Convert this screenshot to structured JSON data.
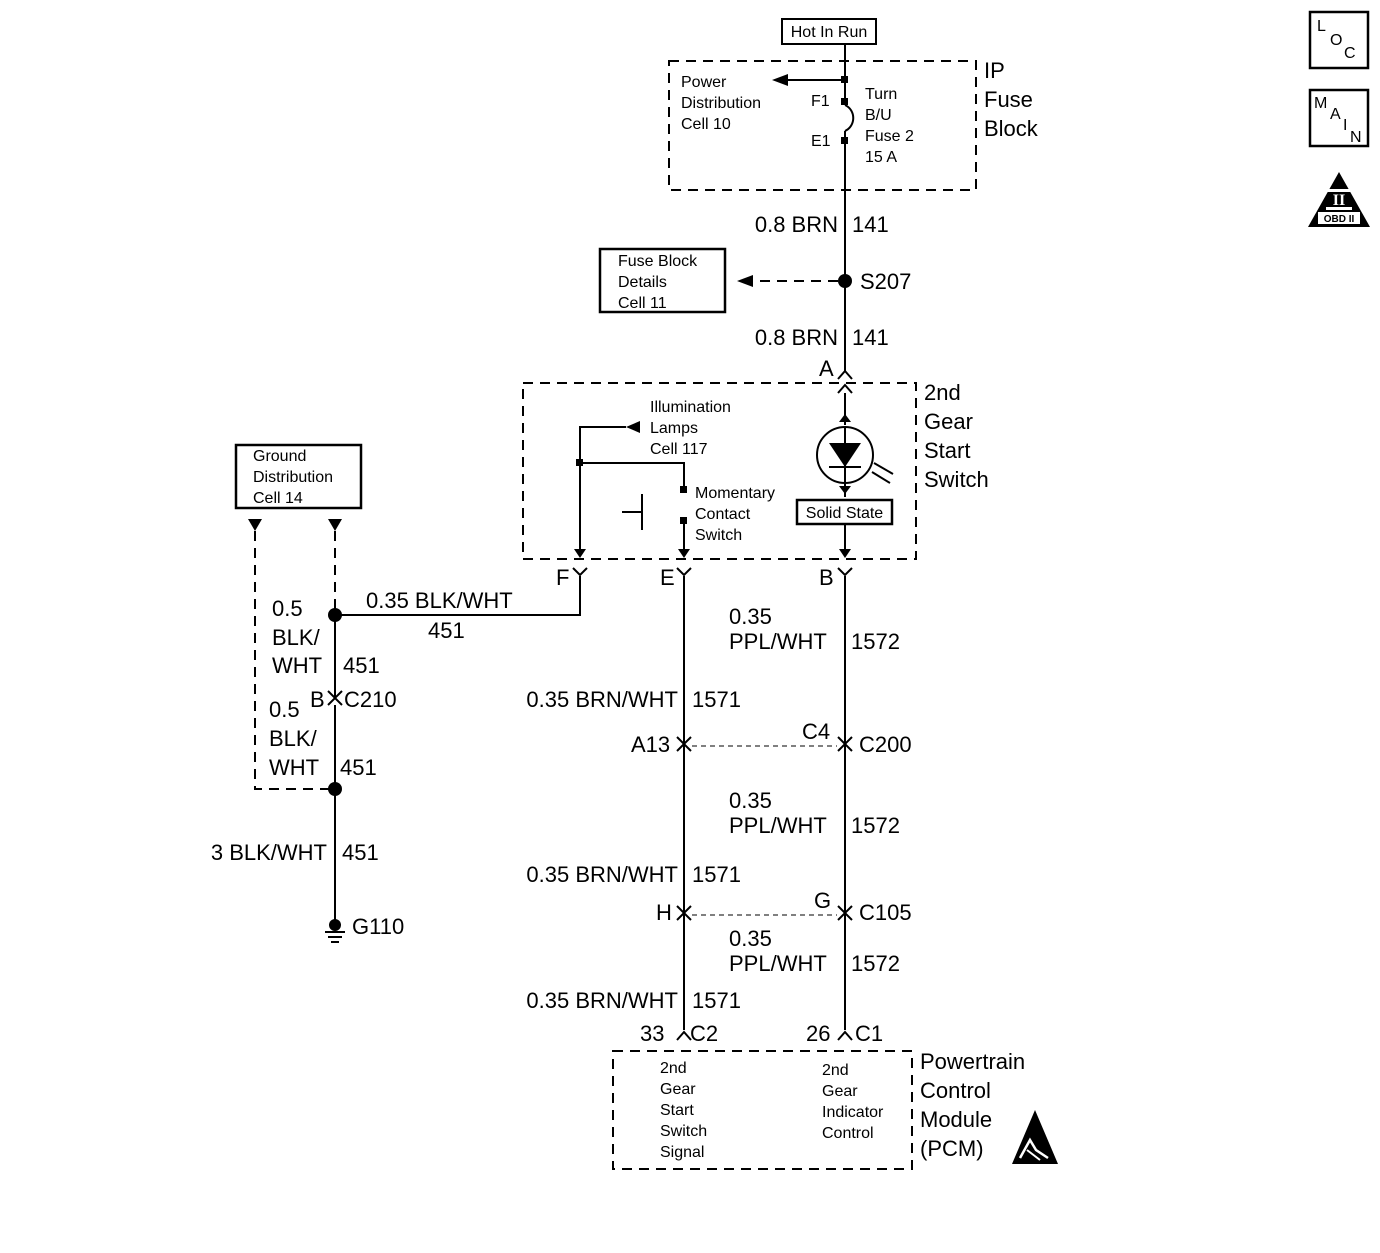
{
  "hot_in_run": "Hot In Run",
  "ip_fuse_block": {
    "line1": "IP",
    "line2": "Fuse",
    "line3": "Block"
  },
  "power_dist": {
    "line1": "Power",
    "line2": "Distribution",
    "line3": "Cell 10"
  },
  "fuse": {
    "terminal_top": "F1",
    "terminal_bottom": "E1",
    "line1": "Turn",
    "line2": "B/U",
    "line3": "Fuse 2",
    "line4": "15 A"
  },
  "wire_141_top": {
    "gauge": "0.8 BRN",
    "circuit": "141"
  },
  "splice_s207": "S207",
  "fuse_block_details": {
    "line1": "Fuse Block",
    "line2": "Details",
    "line3": "Cell 11"
  },
  "wire_141_bottom": {
    "gauge": "0.8 BRN",
    "circuit": "141"
  },
  "pin_a": "A",
  "switch": {
    "line1": "2nd",
    "line2": "Gear",
    "line3": "Start",
    "line4": "Switch"
  },
  "illum": {
    "line1": "Illumination",
    "line2": "Lamps",
    "line3": "Cell 117"
  },
  "momentary": {
    "line1": "Momentary",
    "line2": "Contact",
    "line3": "Switch"
  },
  "solid_state": "Solid State",
  "pins": {
    "f": "F",
    "e": "E",
    "b": "B"
  },
  "ground_dist": {
    "line1": "Ground",
    "line2": "Distribution",
    "line3": "Cell 14"
  },
  "wire_451_horizontal": {
    "gauge": "0.35 BLK/WHT",
    "circuit": "451"
  },
  "wire_451_a": {
    "l1": "0.5",
    "l2": "BLK/",
    "l3": "WHT",
    "circuit": "451"
  },
  "c210": {
    "pin": "B",
    "name": "C210"
  },
  "wire_451_b": {
    "l1": "0.5",
    "l2": "BLK/",
    "l3": "WHT",
    "circuit": "451"
  },
  "wire_451_c": {
    "gauge": "3 BLK/WHT",
    "circuit": "451"
  },
  "g110": "G110",
  "wire_1572_a": {
    "l1": "0.35",
    "l2": "PPL/WHT",
    "circuit": "1572"
  },
  "wire_1571_a": {
    "gauge": "0.35 BRN/WHT",
    "circuit": "1571"
  },
  "c200": {
    "pin_left": "A13",
    "pin_right": "C4",
    "name": "C200"
  },
  "wire_1572_b": {
    "l1": "0.35",
    "l2": "PPL/WHT",
    "circuit": "1572"
  },
  "wire_1571_b": {
    "gauge": "0.35 BRN/WHT",
    "circuit": "1571"
  },
  "c105": {
    "pin_left": "H",
    "pin_right": "G",
    "name": "C105"
  },
  "wire_1572_c": {
    "l1": "0.35",
    "l2": "PPL/WHT",
    "circuit": "1572"
  },
  "wire_1571_c": {
    "gauge": "0.35 BRN/WHT",
    "circuit": "1571"
  },
  "pcm_pins": {
    "left_pin": "33",
    "left_conn": "C2",
    "right_pin": "26",
    "right_conn": "C1"
  },
  "pcm": {
    "line1": "Powertrain",
    "line2": "Control",
    "line3": "Module",
    "line4": "(PCM)"
  },
  "pcm_left": {
    "line1": "2nd",
    "line2": "Gear",
    "line3": "Start",
    "line4": "Switch",
    "line5": "Signal"
  },
  "pcm_right": {
    "line1": "2nd",
    "line2": "Gear",
    "line3": "Indicator",
    "line4": "Control"
  },
  "loc_icon": {
    "a": "L",
    "b": "O",
    "c": "C"
  },
  "main_icon": {
    "a": "M",
    "b": "A",
    "c": "I",
    "d": "N"
  },
  "obd_icon": {
    "numeral": "II",
    "label": "OBD II"
  }
}
